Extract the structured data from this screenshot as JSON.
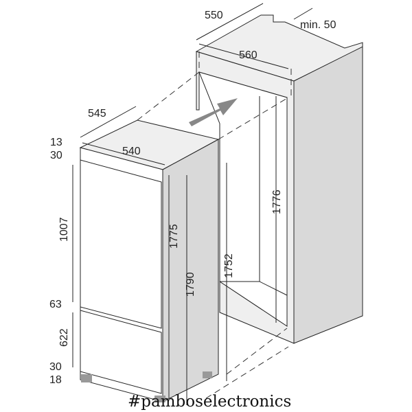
{
  "cabinet": {
    "depth_label": "550",
    "clearance_label": "min. 50",
    "width_label": "560",
    "height_label": "1776"
  },
  "fridge": {
    "depth_label": "545",
    "width_label": "540",
    "top_gap_label": "13",
    "top_trim_label": "30",
    "upper_door_label": "1007",
    "door_gap_label": "63",
    "lower_door_label": "622",
    "bottom_trim_label": "30",
    "feet_label": "18",
    "door_height_label": "1775",
    "total_height_label": "1790",
    "body_height_label": "1752"
  },
  "watermark": "#pamboselectronics",
  "colors": {
    "face": "#efefef",
    "side": "#d9d9d9",
    "line": "#222222"
  }
}
